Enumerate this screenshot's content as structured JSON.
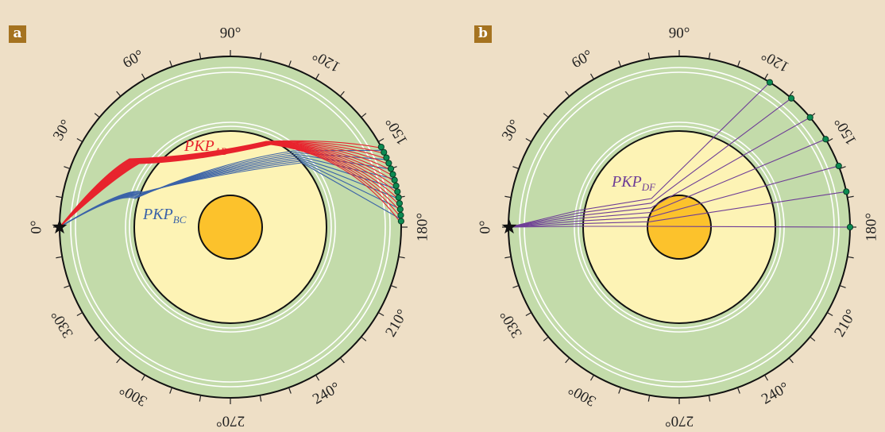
{
  "panels": [
    {
      "label": "a",
      "labels": [
        {
          "text": "PKP",
          "sub": "AB",
          "color": "#e8232d"
        },
        {
          "text": "PKP",
          "sub": "BC",
          "color": "#3b63a8"
        }
      ]
    },
    {
      "label": "b",
      "labels": [
        {
          "text": "PKP",
          "sub": "DF",
          "color": "#6e3d96"
        }
      ]
    }
  ],
  "angle_labels": [
    "0°",
    "30°",
    "60°",
    "90°",
    "120°",
    "150°",
    "180°",
    "210°",
    "240°",
    "270°",
    "300°",
    "330°"
  ],
  "colors": {
    "background": "#eedfc6",
    "mantle": "#c3dbaa",
    "outer_core": "#fdf3b5",
    "inner_core": "#fcc22c",
    "ray_ab": "#e8232d",
    "ray_bc": "#3b63a8",
    "ray_df": "#6e3d96",
    "station": "#0c8b52",
    "badge": "#a57320"
  },
  "icons": {
    "source": "star-icon",
    "receiver": "station-dot-icon"
  }
}
